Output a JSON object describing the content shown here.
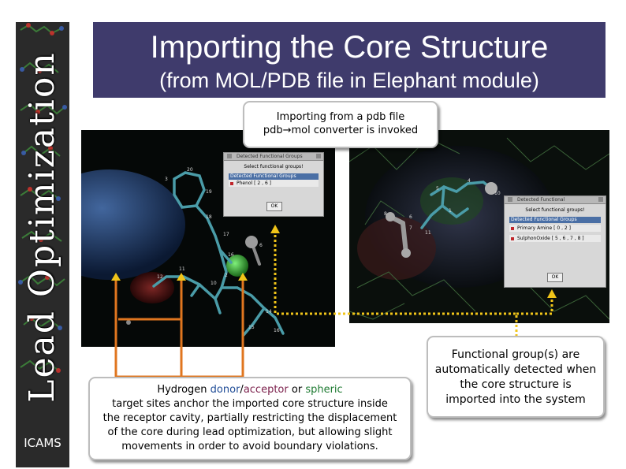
{
  "sidebar": {
    "vertical_title": "Lead Optimization",
    "logo_text": "ICAMS"
  },
  "title": {
    "main": "Importing the Core Structure",
    "sub": "(from MOL/PDB file in Elephant module)"
  },
  "callout_top": {
    "line1": "Importing from a pdb file",
    "line2": "pdb→mol converter is invoked"
  },
  "callout_bottom": {
    "line1_prefix": "Hydrogen ",
    "donor": "donor",
    "slash": "/",
    "acceptor": "acceptor",
    "or": " or ",
    "spheric": "spheric",
    "line2": "target sites anchor the imported core structure inside",
    "line3": "the receptor cavity, partially restricting the displacement",
    "line4": "of the core during lead optimization, but allowing slight",
    "line5": "movements in order to avoid boundary violations."
  },
  "callout_right": {
    "line1": "Functional group(s) are",
    "line2": "automatically detected when",
    "line3": "the core structure is",
    "line4": "imported into the system"
  },
  "dialog_left": {
    "title": "Detected Functional Groups",
    "prompt": "Select functional groups!",
    "header": "Detected Functional Groups",
    "items": [
      "Phenol [ 2 , 6 ]"
    ],
    "ok": "OK"
  },
  "dialog_right": {
    "title": "Detected Functional",
    "prompt": "Select functional groups!",
    "header": "Detected Functional Groups",
    "items": [
      "Primary Amine [ 0 , 2 ]",
      "SulphonOxide [ 5 , 6 , 7 , 8 ]"
    ],
    "ok": "OK"
  },
  "atom_labels_left": [
    "20",
    "3",
    "19",
    "18",
    "17",
    "16",
    "11",
    "12",
    "10",
    "15",
    "14",
    "16",
    "6",
    "2"
  ],
  "atom_labels_right": [
    "4",
    "10",
    "5",
    "6",
    "8",
    "7",
    "1",
    "11"
  ],
  "colors": {
    "title_bg": "#3f3b6c",
    "donor": "#1e4b96",
    "acceptor": "#7b1f4b",
    "spheric": "#1d7a31",
    "connector_orange": "#e0761f",
    "connector_yellow": "#f0c419"
  },
  "icons": [
    "molecule-structure",
    "pointer-arrow"
  ]
}
